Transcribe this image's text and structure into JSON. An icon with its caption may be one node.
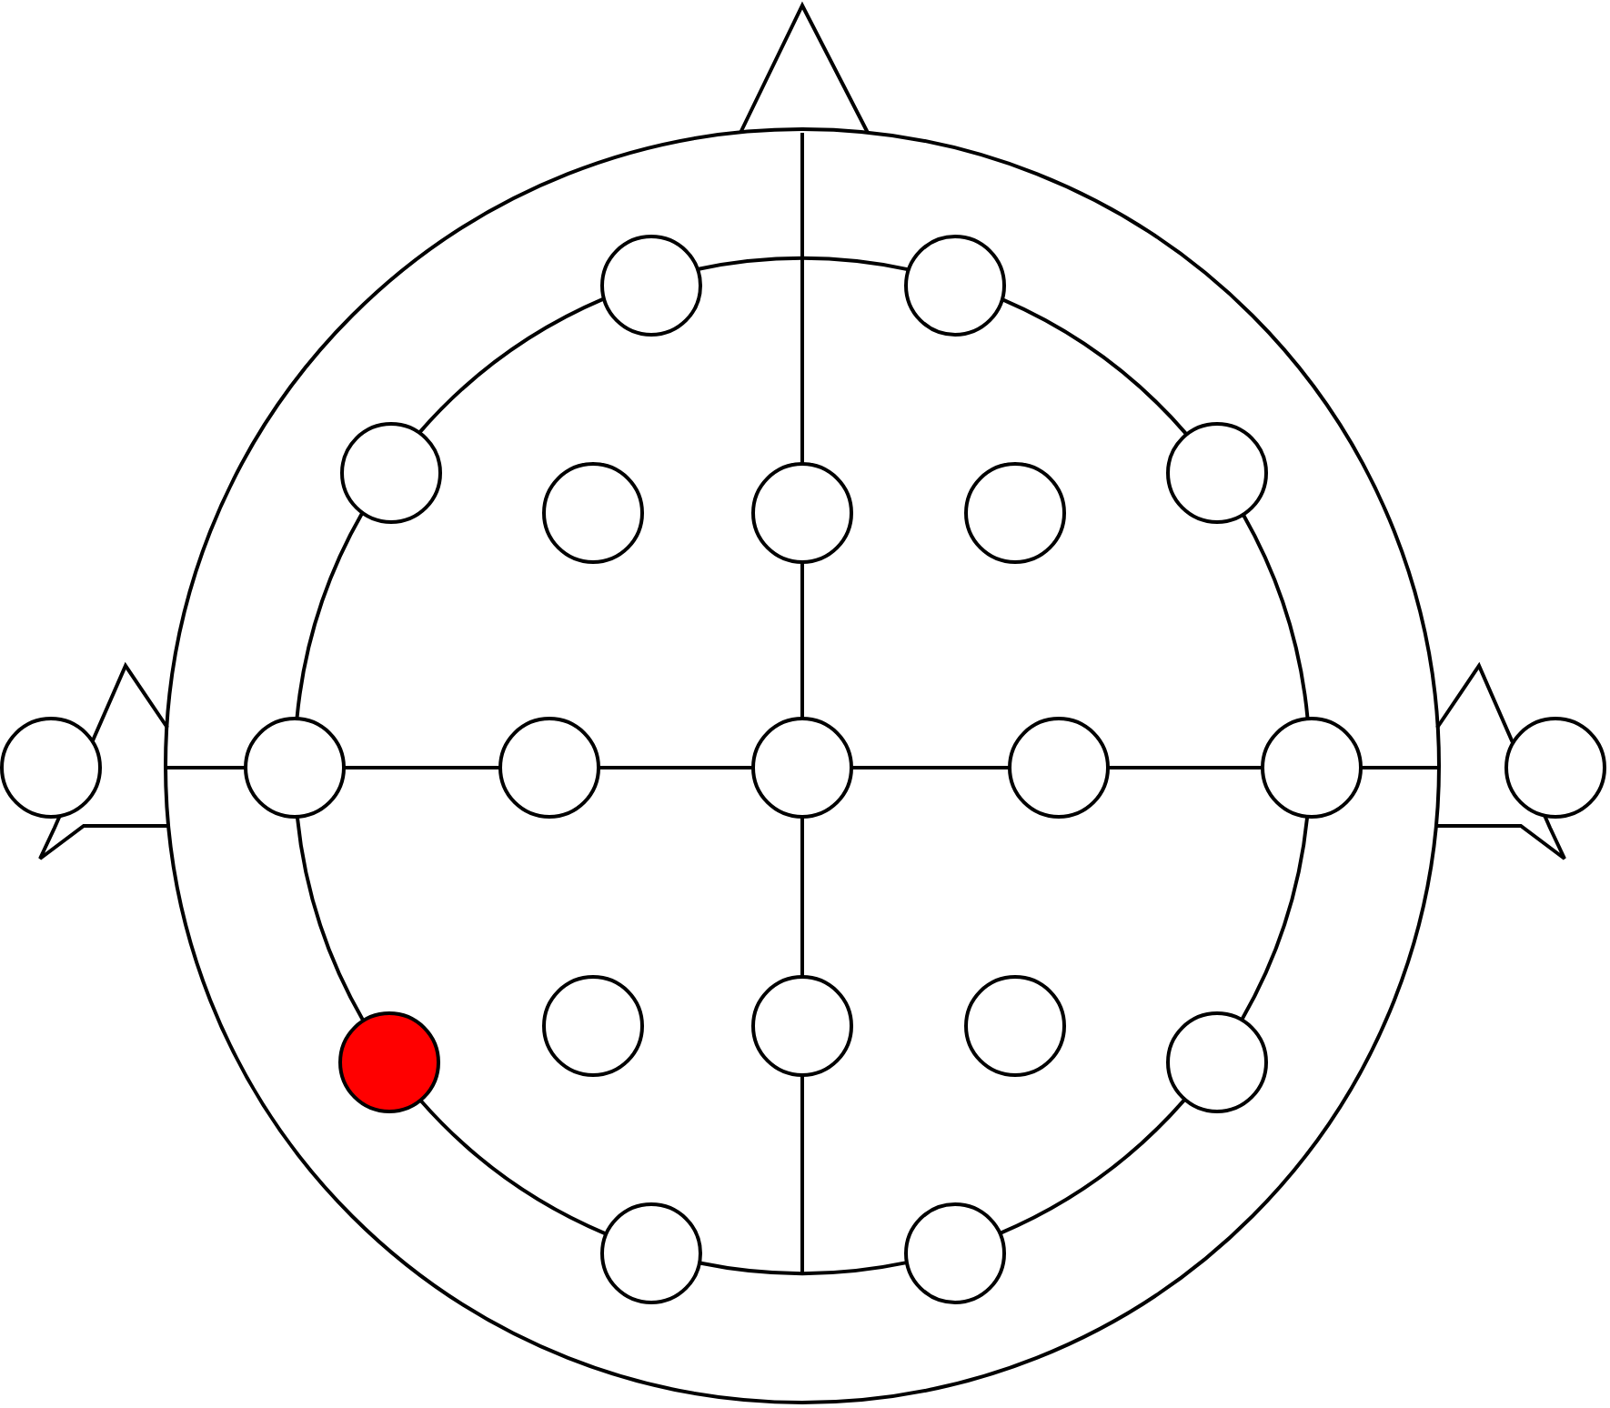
{
  "diagram": {
    "nodes": [
      {
        "text": [],
        "shape": "circle"
      },
      {
        "text": [],
        "shape": "circle"
      },
      {
        "text": [],
        "shape": "circle"
      },
      {
        "text": [],
        "shape": "circle"
      },
      {
        "text": [],
        "shape": "circle"
      },
      {
        "text": [],
        "shape": "circle"
      },
      {
        "text": [],
        "shape": "circle"
      },
      {
        "text": [],
        "shape": "circle"
      },
      {
        "text": [],
        "shape": "circle"
      },
      {
        "text": [],
        "shape": "circle"
      },
      {
        "text": [],
        "shape": "circle"
      },
      {
        "text": [],
        "shape": "circle"
      },
      {
        "text": [],
        "shape": "circle"
      },
      {
        "text": [],
        "shape": "circle"
      },
      {
        "text": [],
        "shape": "circle"
      },
      {
        "text": [],
        "shape": "circle"
      },
      {
        "text": [],
        "shape": "circle"
      },
      {
        "text": [],
        "shape": "circle"
      },
      {
        "text": [],
        "shape": "circle"
      },
      {
        "text": [],
        "shape": "circle"
      },
      {
        "text": [],
        "shape": "circle"
      }
    ],
    "edges": [
      {
        "from": null,
        "to": 4,
        "arrow": "none"
      },
      {
        "from": 4,
        "to": 10,
        "arrow": "none"
      },
      {
        "from": 10,
        "to": 16,
        "arrow": "none"
      },
      {
        "from": 16,
        "to": null,
        "arrow": "none"
      },
      {
        "from": null,
        "to": 8,
        "arrow": "none"
      },
      {
        "from": 8,
        "to": 9,
        "arrow": "none"
      },
      {
        "from": 9,
        "to": 10,
        "arrow": "none"
      },
      {
        "from": 10,
        "to": 11,
        "arrow": "none"
      },
      {
        "from": 11,
        "to": 12,
        "arrow": "none"
      },
      {
        "from": 12,
        "to": null,
        "arrow": "none"
      },
      {
        "from": 0,
        "to": 1,
        "arrow": "none"
      },
      {
        "from": 1,
        "to": 6,
        "arrow": "none"
      },
      {
        "from": 6,
        "to": 12,
        "arrow": "none"
      },
      {
        "from": 12,
        "to": 18,
        "arrow": "none"
      },
      {
        "from": 18,
        "to": 20,
        "arrow": "none"
      },
      {
        "from": 20,
        "to": 19,
        "arrow": "none"
      },
      {
        "from": 19,
        "to": 14,
        "arrow": "none"
      },
      {
        "from": 14,
        "to": 8,
        "arrow": "none"
      },
      {
        "from": 8,
        "to": 2,
        "arrow": "none"
      },
      {
        "from": 2,
        "to": 0,
        "arrow": "none"
      }
    ]
  }
}
